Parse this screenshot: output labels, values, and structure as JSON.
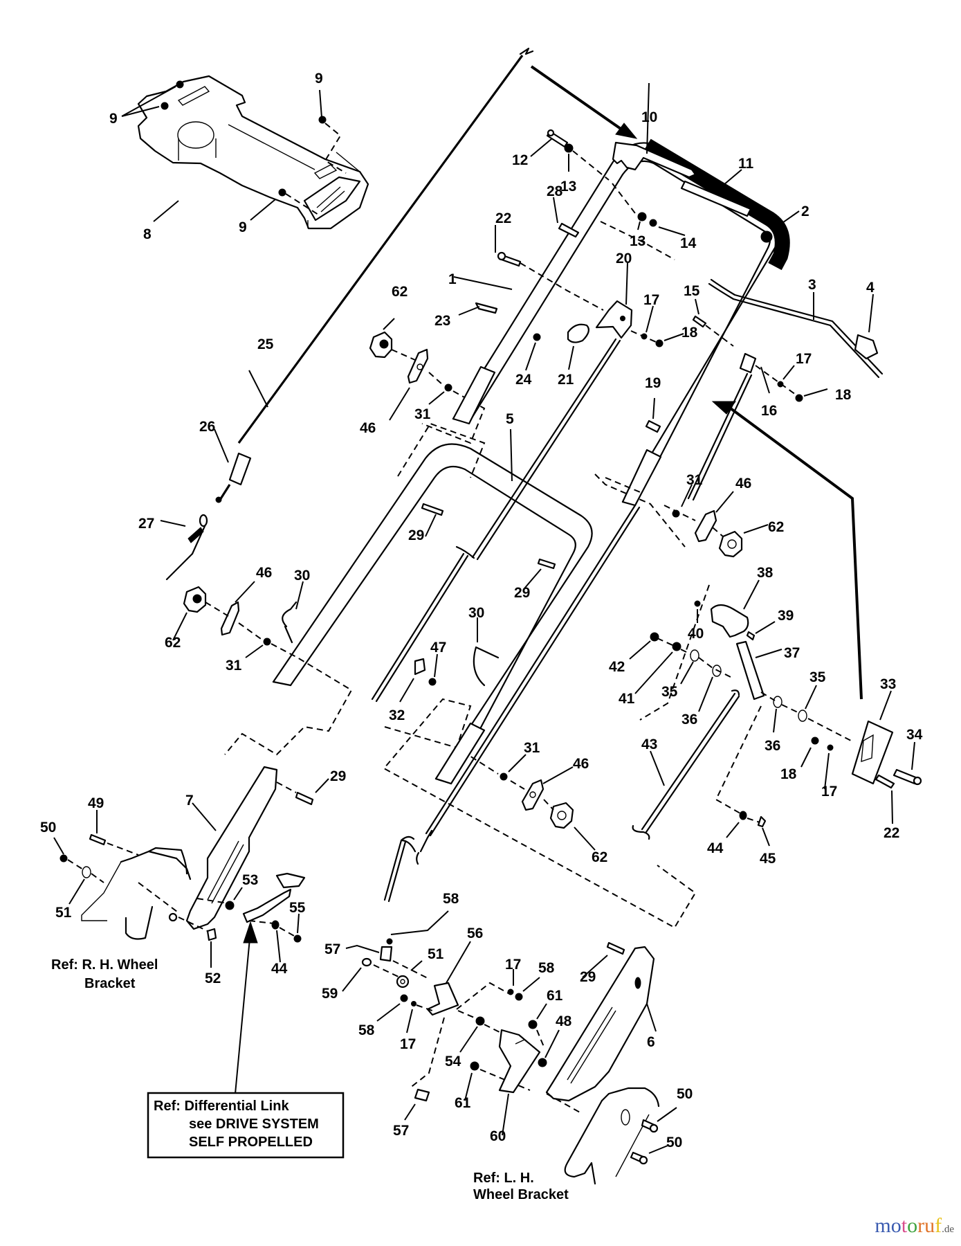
{
  "diagram": {
    "title": "Handle assembly exploded parts diagram",
    "part_labels": [
      {
        "id": "p1",
        "text": "1"
      },
      {
        "id": "p2",
        "text": "2"
      },
      {
        "id": "p3",
        "text": "3"
      },
      {
        "id": "p4",
        "text": "4"
      },
      {
        "id": "p5",
        "text": "5"
      },
      {
        "id": "p6",
        "text": "6"
      },
      {
        "id": "p7",
        "text": "7"
      },
      {
        "id": "p8",
        "text": "8"
      },
      {
        "id": "p9a",
        "text": "9"
      },
      {
        "id": "p9b",
        "text": "9"
      },
      {
        "id": "p9c",
        "text": "9"
      },
      {
        "id": "p10",
        "text": "10"
      },
      {
        "id": "p11",
        "text": "11"
      },
      {
        "id": "p12",
        "text": "12"
      },
      {
        "id": "p13a",
        "text": "13"
      },
      {
        "id": "p13b",
        "text": "13"
      },
      {
        "id": "p14",
        "text": "14"
      },
      {
        "id": "p15",
        "text": "15"
      },
      {
        "id": "p16",
        "text": "16"
      },
      {
        "id": "p17a",
        "text": "17"
      },
      {
        "id": "p17b",
        "text": "17"
      },
      {
        "id": "p17c",
        "text": "17"
      },
      {
        "id": "p17d",
        "text": "17"
      },
      {
        "id": "p17e",
        "text": "17"
      },
      {
        "id": "p18a",
        "text": "18"
      },
      {
        "id": "p18b",
        "text": "18"
      },
      {
        "id": "p18c",
        "text": "18"
      },
      {
        "id": "p19",
        "text": "19"
      },
      {
        "id": "p20",
        "text": "20"
      },
      {
        "id": "p21",
        "text": "21"
      },
      {
        "id": "p22a",
        "text": "22"
      },
      {
        "id": "p22b",
        "text": "22"
      },
      {
        "id": "p23",
        "text": "23"
      },
      {
        "id": "p24",
        "text": "24"
      },
      {
        "id": "p25",
        "text": "25"
      },
      {
        "id": "p26",
        "text": "26"
      },
      {
        "id": "p27",
        "text": "27"
      },
      {
        "id": "p28",
        "text": "28"
      },
      {
        "id": "p29a",
        "text": "29"
      },
      {
        "id": "p29b",
        "text": "29"
      },
      {
        "id": "p29c",
        "text": "29"
      },
      {
        "id": "p29d",
        "text": "29"
      },
      {
        "id": "p30a",
        "text": "30"
      },
      {
        "id": "p30b",
        "text": "30"
      },
      {
        "id": "p31a",
        "text": "31"
      },
      {
        "id": "p31b",
        "text": "31"
      },
      {
        "id": "p31c",
        "text": "31"
      },
      {
        "id": "p31d",
        "text": "31"
      },
      {
        "id": "p32",
        "text": "32"
      },
      {
        "id": "p33",
        "text": "33"
      },
      {
        "id": "p34",
        "text": "34"
      },
      {
        "id": "p35a",
        "text": "35"
      },
      {
        "id": "p35b",
        "text": "35"
      },
      {
        "id": "p36a",
        "text": "36"
      },
      {
        "id": "p36b",
        "text": "36"
      },
      {
        "id": "p37",
        "text": "37"
      },
      {
        "id": "p38",
        "text": "38"
      },
      {
        "id": "p39",
        "text": "39"
      },
      {
        "id": "p40",
        "text": "40"
      },
      {
        "id": "p41",
        "text": "41"
      },
      {
        "id": "p42",
        "text": "42"
      },
      {
        "id": "p43",
        "text": "43"
      },
      {
        "id": "p44a",
        "text": "44"
      },
      {
        "id": "p44b",
        "text": "44"
      },
      {
        "id": "p45",
        "text": "45"
      },
      {
        "id": "p46a",
        "text": "46"
      },
      {
        "id": "p46b",
        "text": "46"
      },
      {
        "id": "p46c",
        "text": "46"
      },
      {
        "id": "p46d",
        "text": "46"
      },
      {
        "id": "p47",
        "text": "47"
      },
      {
        "id": "p48",
        "text": "48"
      },
      {
        "id": "p49",
        "text": "49"
      },
      {
        "id": "p50a",
        "text": "50"
      },
      {
        "id": "p50b",
        "text": "50"
      },
      {
        "id": "p50c",
        "text": "50"
      },
      {
        "id": "p51a",
        "text": "51"
      },
      {
        "id": "p51b",
        "text": "51"
      },
      {
        "id": "p52",
        "text": "52"
      },
      {
        "id": "p53",
        "text": "53"
      },
      {
        "id": "p54",
        "text": "54"
      },
      {
        "id": "p55",
        "text": "55"
      },
      {
        "id": "p56",
        "text": "56"
      },
      {
        "id": "p57a",
        "text": "57"
      },
      {
        "id": "p57b",
        "text": "57"
      },
      {
        "id": "p58a",
        "text": "58"
      },
      {
        "id": "p58b",
        "text": "58"
      },
      {
        "id": "p58c",
        "text": "58"
      },
      {
        "id": "p59",
        "text": "59"
      },
      {
        "id": "p60",
        "text": "60"
      },
      {
        "id": "p61a",
        "text": "61"
      },
      {
        "id": "p61b",
        "text": "61"
      },
      {
        "id": "p62a",
        "text": "62"
      },
      {
        "id": "p62b",
        "text": "62"
      },
      {
        "id": "p62c",
        "text": "62"
      },
      {
        "id": "p62d",
        "text": "62"
      }
    ],
    "references": {
      "rh_wheel_bracket": [
        "Ref: R. H. Wheel",
        "Bracket"
      ],
      "lh_wheel_bracket": [
        "Ref: L. H.",
        "Wheel Bracket"
      ],
      "differential_link": [
        "Ref: Differential Link",
        "see DRIVE SYSTEM",
        "SELF PROPELLED"
      ]
    }
  },
  "watermark": {
    "letters": [
      {
        "ch": "m",
        "color": "#3a5bb0"
      },
      {
        "ch": "o",
        "color": "#3a5bb0"
      },
      {
        "ch": "t",
        "color": "#d84c8c"
      },
      {
        "ch": "o",
        "color": "#3fa33f"
      },
      {
        "ch": "r",
        "color": "#e0742a"
      },
      {
        "ch": "u",
        "color": "#e0742a"
      },
      {
        "ch": "f",
        "color": "#e8c21c"
      }
    ],
    "tld": ".de"
  }
}
